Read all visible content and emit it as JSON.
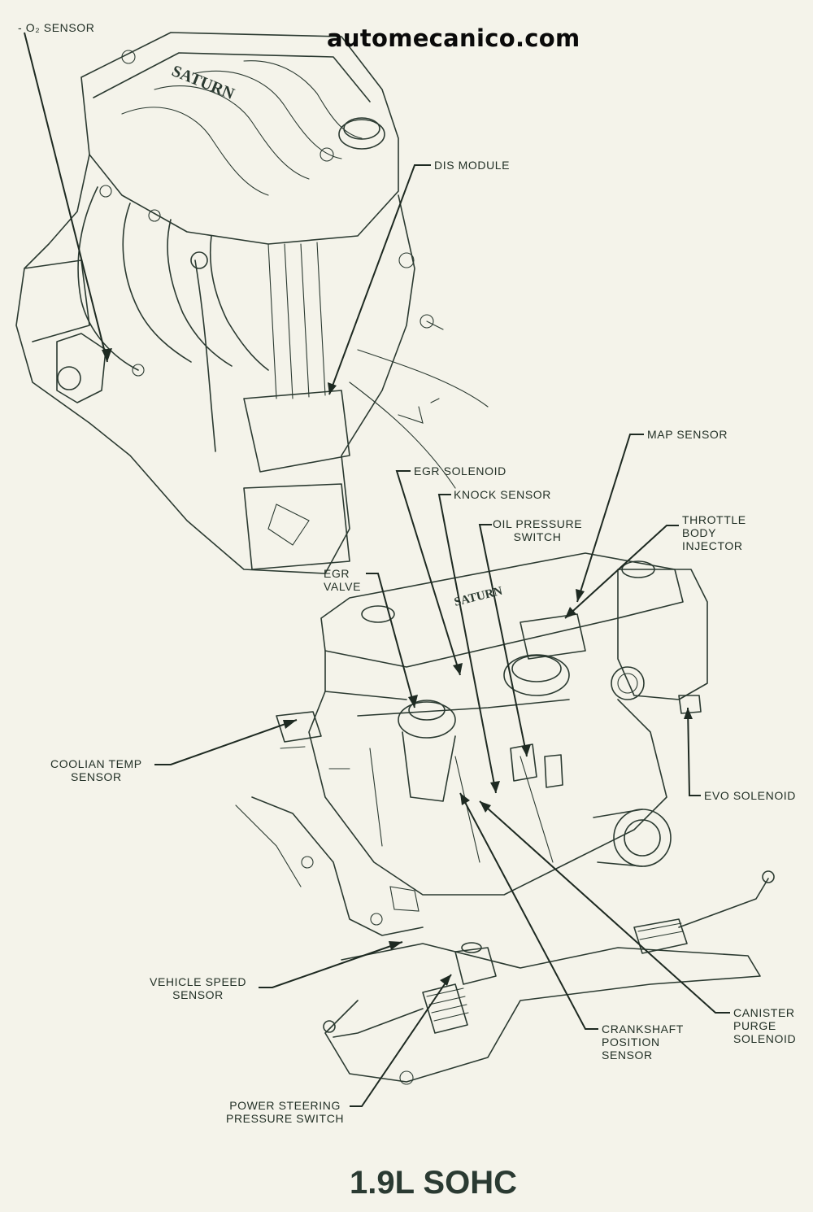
{
  "watermark": "automecanico.com",
  "caption": "1.9L SOHC",
  "labels": {
    "o2_sensor": "- O₂ SENSOR",
    "dis_module": "DIS MODULE",
    "map_sensor": "MAP SENSOR",
    "egr_solenoid": "EGR SOLENOID",
    "knock_sensor": "KNOCK SENSOR",
    "oil_pressure_switch": "OIL PRESSURE\nSWITCH",
    "throttle_body_injector": "THROTTLE\nBODY\nINJECTOR",
    "egr_valve": "EGR\nVALVE",
    "coolant_temp_sensor": "COOLIAN TEMP\nSENSOR",
    "evo_solenoid": "EVO SOLENOID",
    "vehicle_speed_sensor": "VEHICLE SPEED\nSENSOR",
    "canister_purge_solenoid": "CANISTER\nPURGE\nSOLENOID",
    "crankshaft_position_sensor": "CRANKSHAFT\nPOSITION\nSENSOR",
    "power_steering_pressure_switch": "POWER STEERING\nPRESSURE SWITCH"
  },
  "engine_cover_text": "SATURN"
}
